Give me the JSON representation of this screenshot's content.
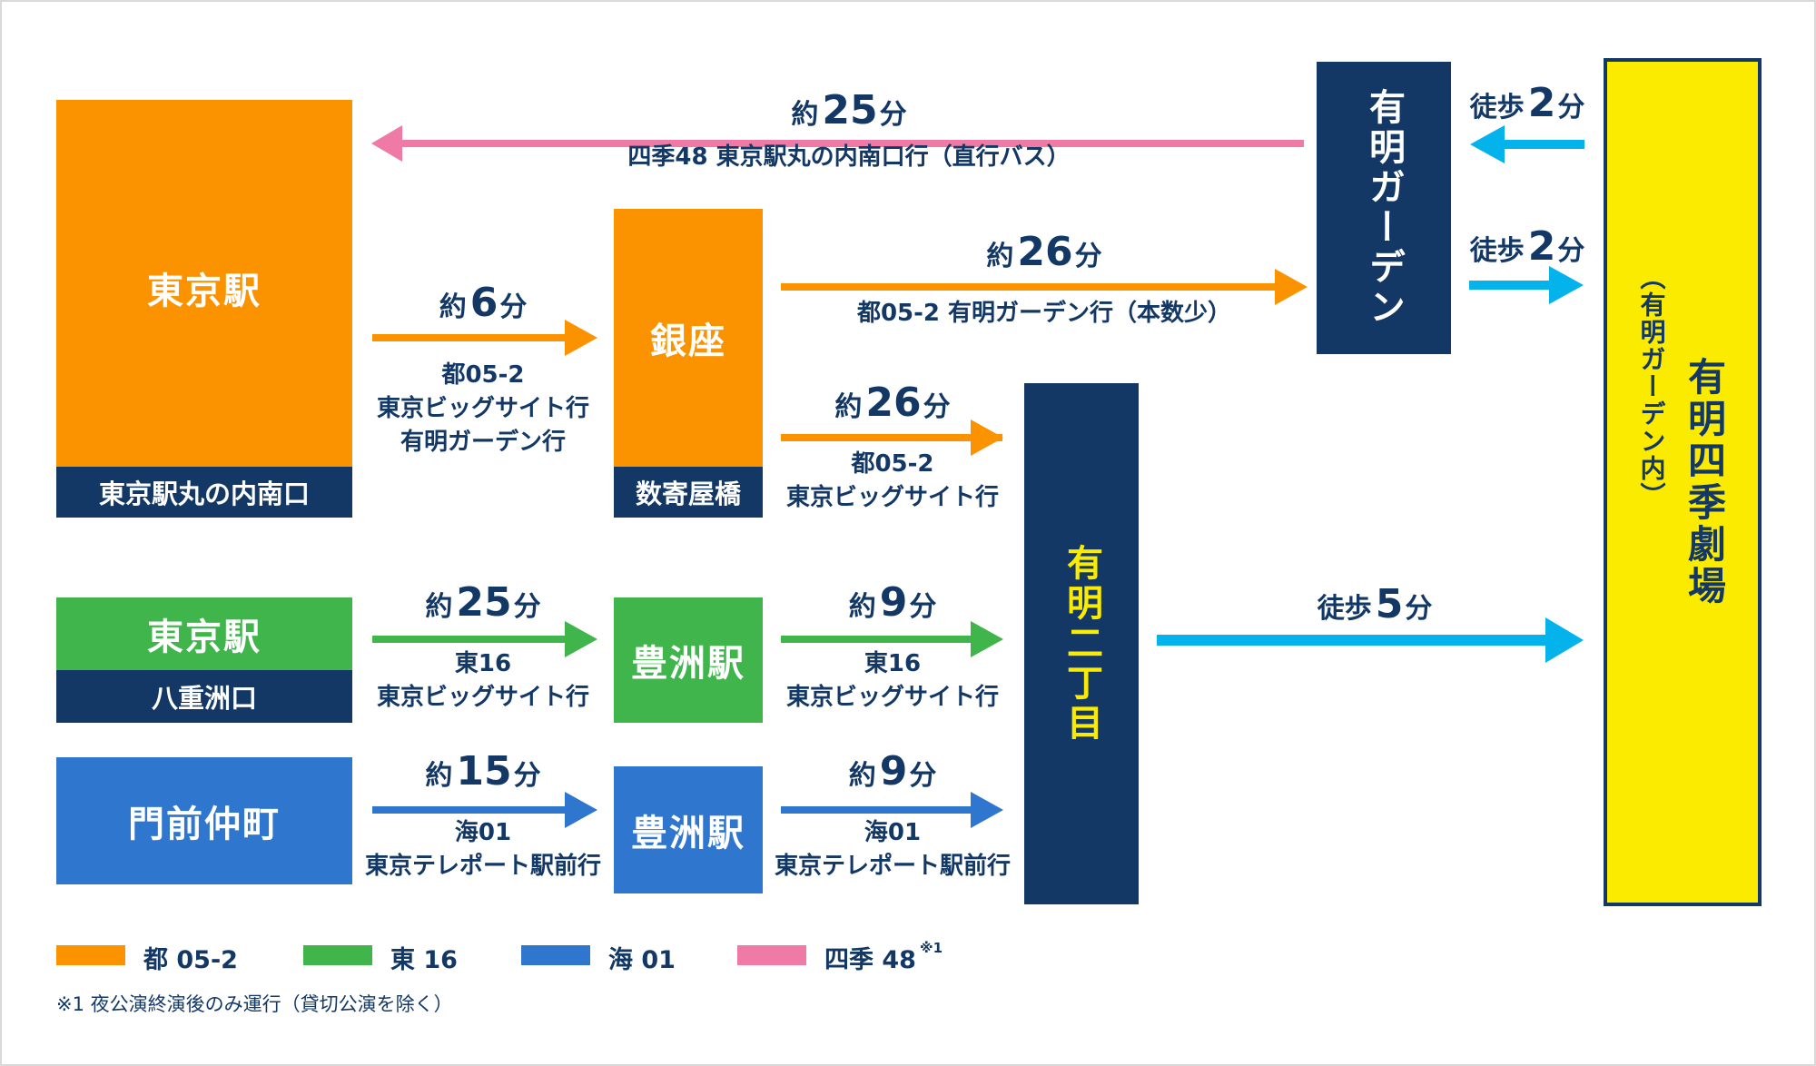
{
  "colors": {
    "orange": "#fb9300",
    "navy": "#133866",
    "green": "#3fb54b",
    "blue": "#2f76cf",
    "pink": "#ef7aa6",
    "cyan": "#05b3ec",
    "yellow": "#faeb00"
  },
  "stations": {
    "tokyo_marunouchi": {
      "name": "東京駅",
      "sub": "東京駅丸の内南口"
    },
    "tokyo_yaesu": {
      "name": "東京駅",
      "sub": "八重洲口"
    },
    "monzen": {
      "name": "門前仲町"
    },
    "ginza": {
      "name": "銀座",
      "sub": "数寄屋橋"
    },
    "toyosu_1": {
      "name": "豊洲駅"
    },
    "toyosu_2": {
      "name": "豊洲駅"
    },
    "ariake_garden": {
      "name": "有明ガーデン"
    },
    "ariake_2chome": {
      "name": "有明二丁目"
    },
    "theatre": {
      "name": "有明四季劇場",
      "sub": "（有明ガーデン内）"
    }
  },
  "routes": {
    "direct_bus": {
      "prefix": "約",
      "num": "25",
      "unit": "分",
      "desc": "四季48 東京駅丸の内南口行（直行バス）"
    },
    "tokyo_ginza": {
      "prefix": "約",
      "num": "6",
      "unit": "分",
      "desc1": "都05-2",
      "desc2": "東京ビッグサイト行",
      "desc3": "有明ガーデン行"
    },
    "ginza_garden": {
      "prefix": "約",
      "num": "26",
      "unit": "分",
      "desc": "都05-2 有明ガーデン行（本数少）"
    },
    "ginza_2chome": {
      "prefix": "約",
      "num": "26",
      "unit": "分",
      "desc1": "都05-2",
      "desc2": "東京ビッグサイト行"
    },
    "yaesu_toyosu": {
      "prefix": "約",
      "num": "25",
      "unit": "分",
      "desc1": "東16",
      "desc2": "東京ビッグサイト行"
    },
    "toyosu_2chome_green": {
      "prefix": "約",
      "num": "9",
      "unit": "分",
      "desc1": "東16",
      "desc2": "東京ビッグサイト行"
    },
    "monzen_toyosu": {
      "prefix": "約",
      "num": "15",
      "unit": "分",
      "desc1": "海01",
      "desc2": "東京テレポート駅前行"
    },
    "toyosu_2chome_blue": {
      "prefix": "約",
      "num": "9",
      "unit": "分",
      "desc1": "海01",
      "desc2": "東京テレポート駅前行"
    },
    "walk_garden_in": {
      "prefix": "徒歩",
      "num": "2",
      "unit": "分"
    },
    "walk_garden_out": {
      "prefix": "徒歩",
      "num": "2",
      "unit": "分"
    },
    "walk_2chome": {
      "prefix": "徒歩",
      "num": "5",
      "unit": "分"
    }
  },
  "legend": {
    "items": [
      {
        "label": "都 05-2"
      },
      {
        "label": "東 16"
      },
      {
        "label": "海 01"
      },
      {
        "label": "四季 48",
        "note": "※1"
      }
    ],
    "footnote": "※1  夜公演終演後のみ運行（貸切公演を除く）"
  }
}
